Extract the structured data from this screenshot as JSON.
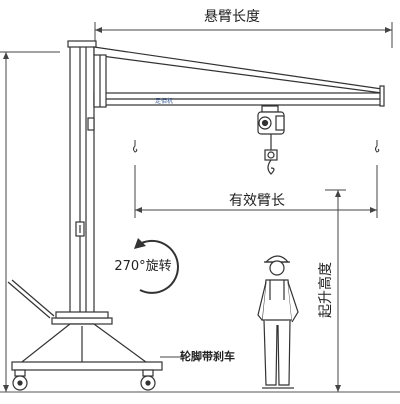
{
  "labels": {
    "arm_length": "悬臂长度",
    "effective_arm": "有效臂长",
    "rotation": "270°旋转",
    "casters": "轮脚带刹车",
    "lift_height": "起升高度",
    "plate": "足佰机"
  },
  "colors": {
    "line": "#333333",
    "beam": "#ffffff",
    "dim": "#444444",
    "label_text": "#1a1a1a",
    "accent": "#3a5fa0"
  }
}
